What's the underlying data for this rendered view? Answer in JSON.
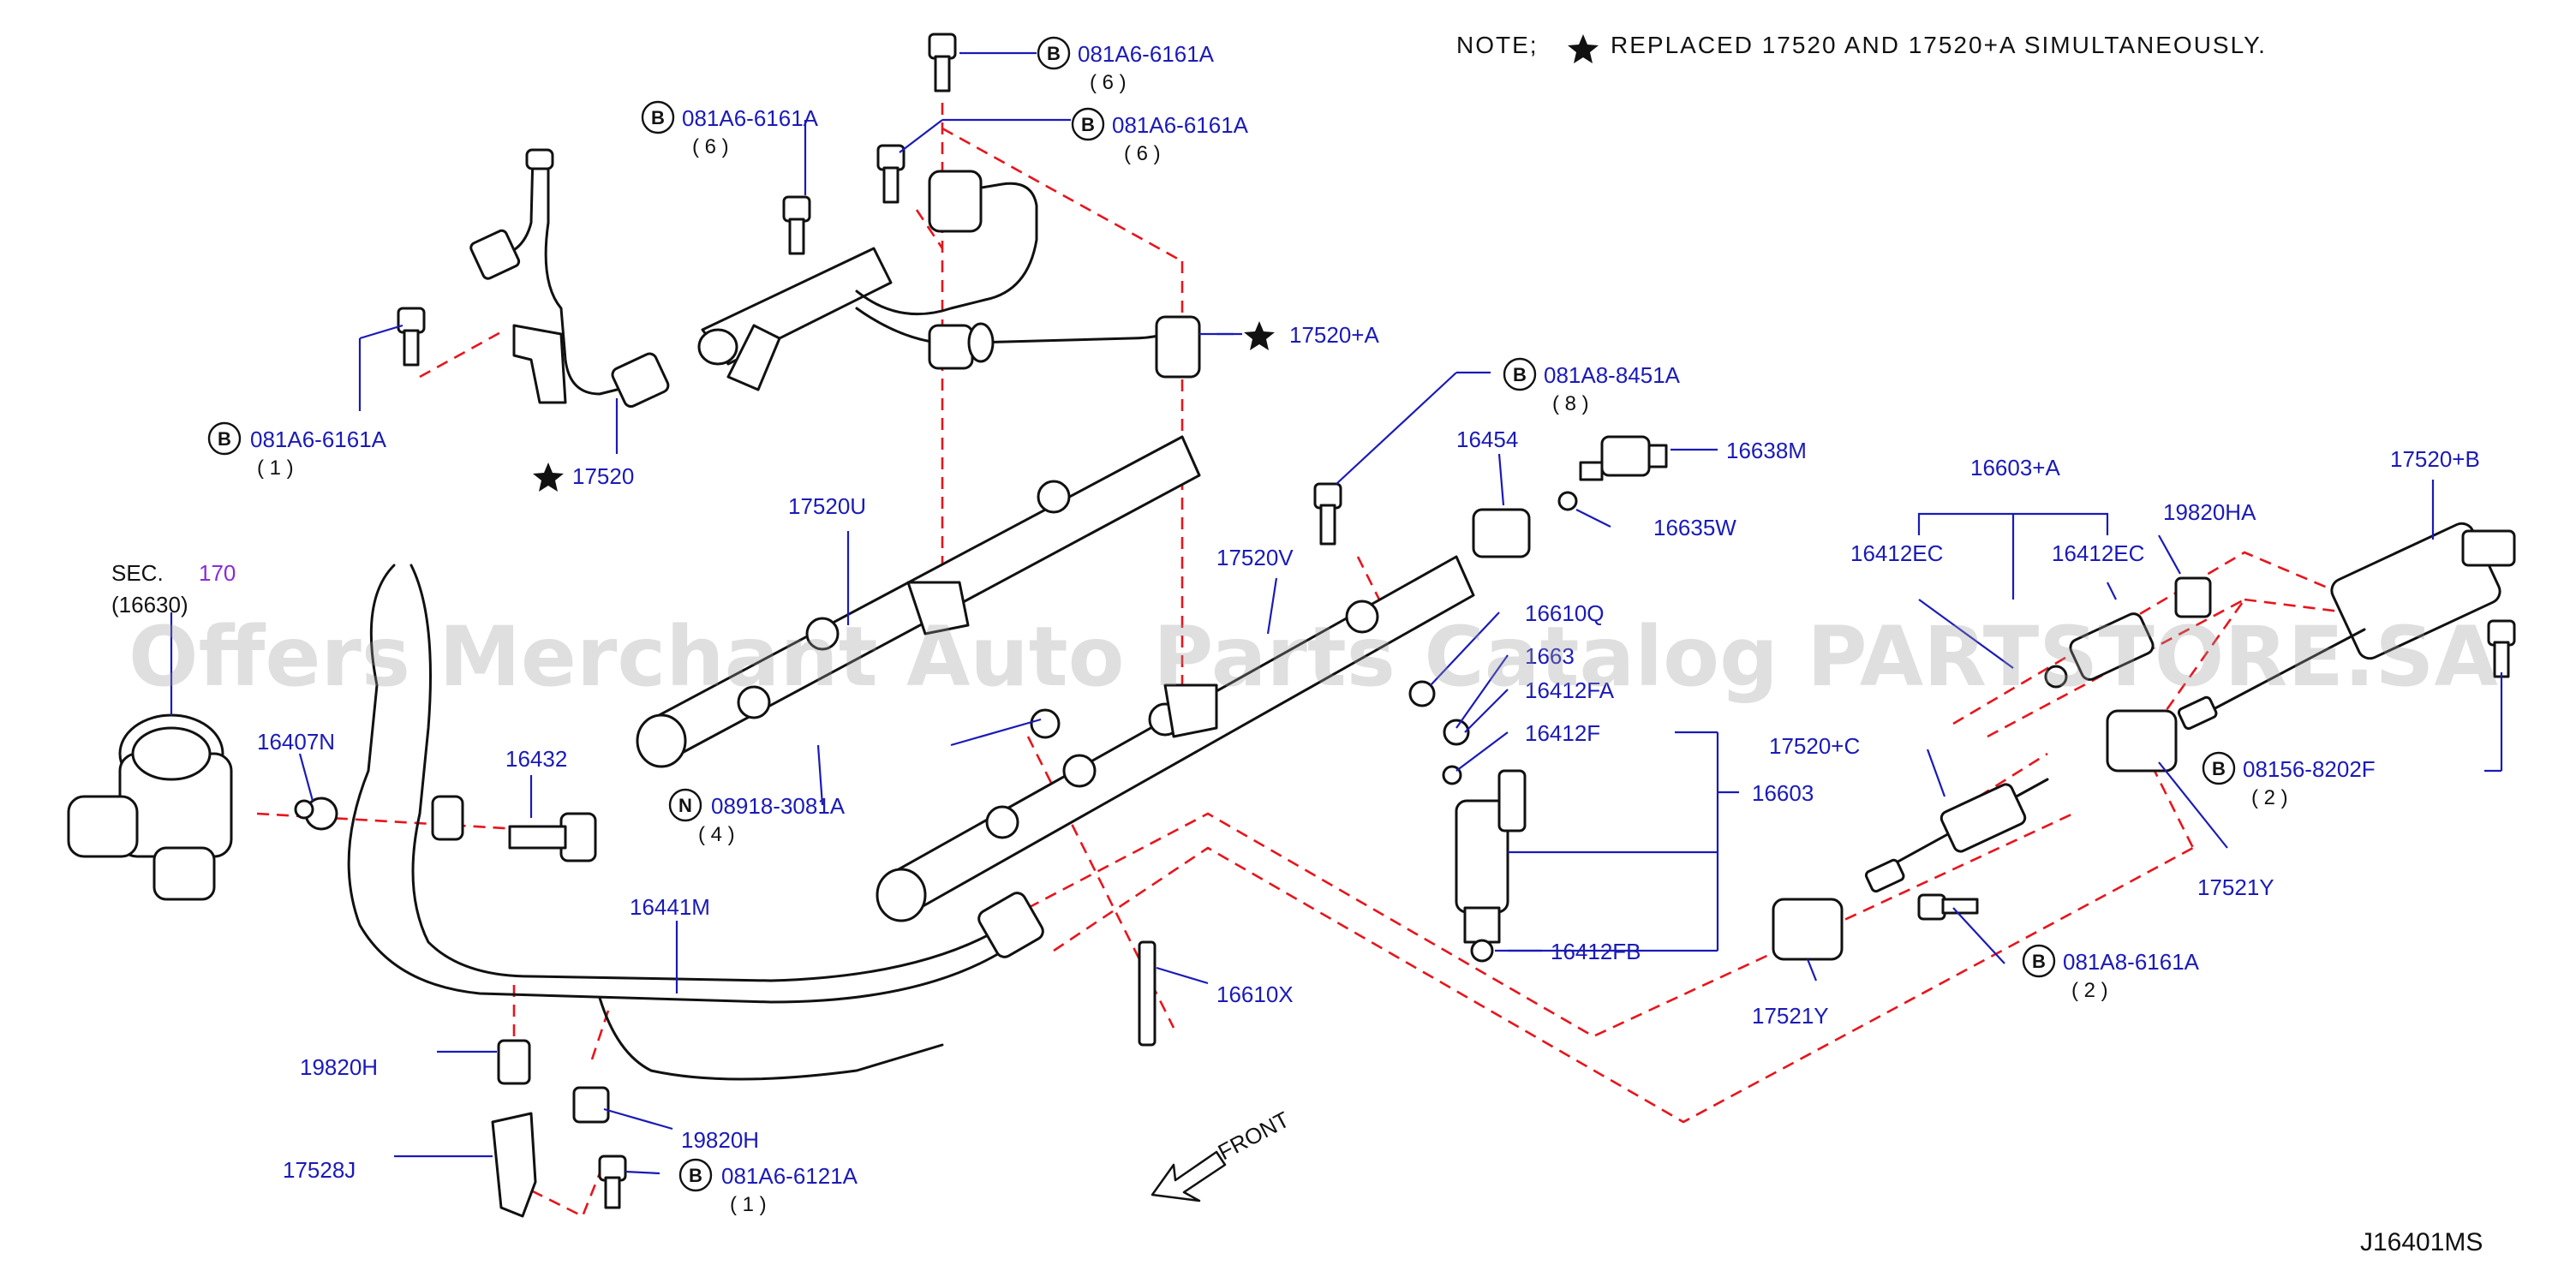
{
  "note": {
    "prefix": "NOTE;",
    "text": "REPLACED  17520  AND  17520+A  SIMULTANEOUSLY."
  },
  "watermark": "Offers Merchant Auto Parts Catalog PARTSTORE.SA",
  "diagram_code": "J16401MS",
  "front_label": "FRONT",
  "bolt_callouts": [
    {
      "id": "b1",
      "prefix": "B",
      "part": "081A6-6161A",
      "qty": "( 6 )"
    },
    {
      "id": "b2",
      "prefix": "B",
      "part": "081A6-6161A",
      "qty": "( 6 )"
    },
    {
      "id": "b3",
      "prefix": "B",
      "part": "081A6-6161A",
      "qty": "( 6 )"
    },
    {
      "id": "b4",
      "prefix": "B",
      "part": "081A6-6161A",
      "qty": "( 1 )"
    },
    {
      "id": "b5",
      "prefix": "B",
      "part": "081A8-8451A",
      "qty": "( 8 )"
    },
    {
      "id": "b6",
      "prefix": "N",
      "part": "08918-3081A",
      "qty": "( 4 )"
    },
    {
      "id": "b7",
      "prefix": "B",
      "part": "08156-8202F",
      "qty": "( 2 )"
    },
    {
      "id": "b8",
      "prefix": "B",
      "part": "081A8-6161A",
      "qty": "( 2 )"
    },
    {
      "id": "b9",
      "prefix": "B",
      "part": "081A6-6121A",
      "qty": "( 1 )"
    }
  ],
  "part_labels": {
    "p17520A": "17520+A",
    "p17520": "17520",
    "p17520U": "17520U",
    "p17520V": "17520V",
    "p16454": "16454",
    "p16638M": "16638M",
    "p16635W": "16635W",
    "p16610Q": "16610Q",
    "p1663x": "1663",
    "p16412FA": "16412FA",
    "p16412F": "16412F",
    "p16603": "16603",
    "p16412FB": "16412FB",
    "p16603A": "16603+A",
    "p16412EC1": "16412EC",
    "p16412EC2": "16412EC",
    "p19820HA": "19820HA",
    "p17520B": "17520+B",
    "p17520C": "17520+C",
    "p17521Y1": "17521Y",
    "p17521Y2": "17521Y",
    "p16407N": "16407N",
    "p16432": "16432",
    "p16441M": "16441M",
    "p16610X": "16610X",
    "p19820H1": "19820H",
    "p19820H2": "19820H",
    "p17528J": "17528J"
  },
  "section_ref": {
    "prefix": "SEC.",
    "number": "170",
    "part": "(16630)"
  },
  "colors": {
    "label": "#1a1ab8",
    "leader": "#1a1ab8",
    "dash": "#e8141b",
    "section": "#8a2bd6",
    "ink": "#111111"
  }
}
